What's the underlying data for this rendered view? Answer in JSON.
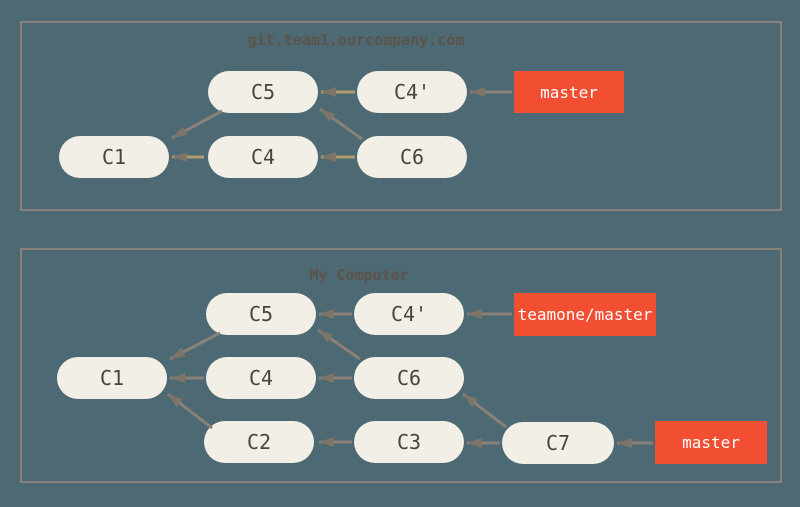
{
  "figure": {
    "description": "Git commit graph diagram comparing a remote server and a local computer after a rebase",
    "colors": {
      "background": "#4d6973",
      "panel_border": "#8a8178",
      "node_fill": "#f2efe6",
      "node_text": "#4b443c",
      "title_text": "#5c544a",
      "ref_fill": "#f14e32",
      "ref_text": "#ffffff",
      "arrow_gray": "#8a8177",
      "arrow_tan": "#b29b6e",
      "arrowhead": "#7d7568"
    }
  },
  "panels": [
    {
      "title": "git.team1.ourcompany.com",
      "nodes": [
        {
          "id": "c5",
          "label": "C5"
        },
        {
          "id": "c4-prime",
          "label": "C4'"
        },
        {
          "id": "c1",
          "label": "C1"
        },
        {
          "id": "c4",
          "label": "C4"
        },
        {
          "id": "c6",
          "label": "C6"
        }
      ],
      "refs": [
        {
          "id": "master",
          "label": "master"
        }
      ],
      "edges": [
        {
          "from": "C4'",
          "to": "C5",
          "style": "tan"
        },
        {
          "from": "master",
          "to": "C4'",
          "style": "gray"
        },
        {
          "from": "C5",
          "to": "C1",
          "style": "gray"
        },
        {
          "from": "C4",
          "to": "C1",
          "style": "tan"
        },
        {
          "from": "C6",
          "to": "C4",
          "style": "tan"
        },
        {
          "from": "C6",
          "to": "C5",
          "style": "gray"
        }
      ]
    },
    {
      "title": "My Computer",
      "nodes": [
        {
          "id": "c5",
          "label": "C5"
        },
        {
          "id": "c4-prime",
          "label": "C4'"
        },
        {
          "id": "c1",
          "label": "C1"
        },
        {
          "id": "c4",
          "label": "C4"
        },
        {
          "id": "c6",
          "label": "C6"
        },
        {
          "id": "c2",
          "label": "C2"
        },
        {
          "id": "c3",
          "label": "C3"
        },
        {
          "id": "c7",
          "label": "C7"
        }
      ],
      "refs": [
        {
          "id": "teamone-master",
          "label": "teamone/master"
        },
        {
          "id": "master",
          "label": "master"
        }
      ],
      "edges": [
        {
          "from": "C4'",
          "to": "C5",
          "style": "gray"
        },
        {
          "from": "teamone/master",
          "to": "C4'",
          "style": "gray"
        },
        {
          "from": "C5",
          "to": "C1",
          "style": "gray"
        },
        {
          "from": "C4",
          "to": "C1",
          "style": "gray"
        },
        {
          "from": "C6",
          "to": "C4",
          "style": "gray"
        },
        {
          "from": "C6",
          "to": "C5",
          "style": "gray"
        },
        {
          "from": "C2",
          "to": "C1",
          "style": "gray"
        },
        {
          "from": "C3",
          "to": "C2",
          "style": "gray"
        },
        {
          "from": "C7",
          "to": "C3",
          "style": "gray"
        },
        {
          "from": "C7",
          "to": "C6",
          "style": "gray"
        },
        {
          "from": "master",
          "to": "C7",
          "style": "gray"
        }
      ]
    }
  ]
}
